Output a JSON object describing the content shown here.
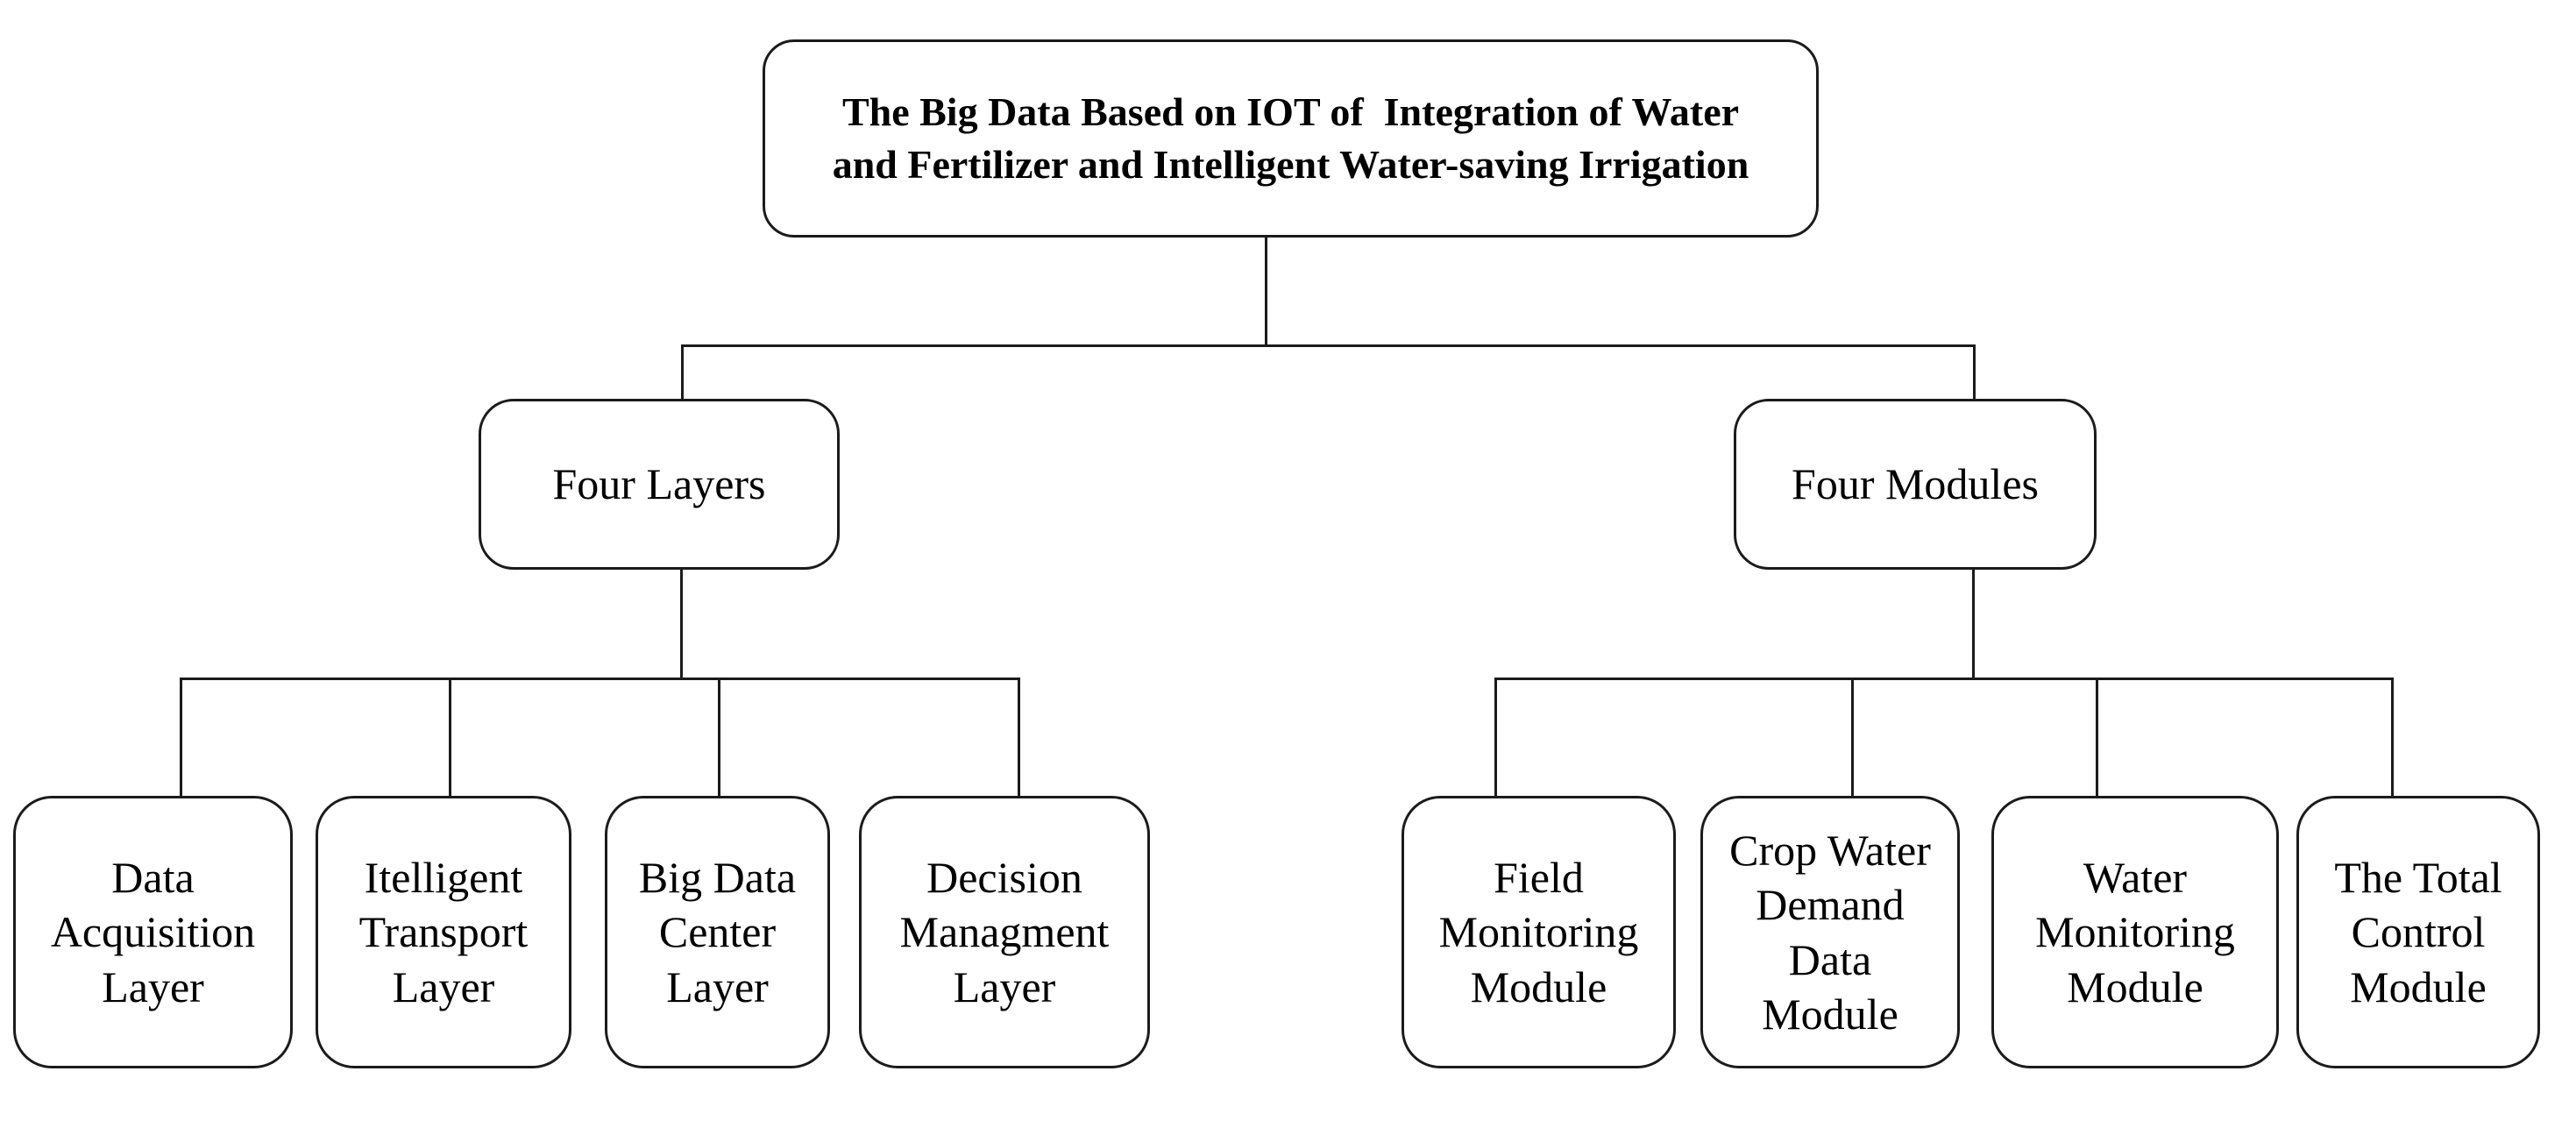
{
  "diagram": {
    "colors": {
      "background": "#ffffff",
      "border": "#1b1b1b",
      "text": "#000000"
    },
    "root": {
      "label": "The Big Data Based on IOT of  Integration of Water\nand Fertilizer and Intelligent Water-saving Irrigation"
    },
    "branches": [
      {
        "label": "Four Layers",
        "children": [
          {
            "label": "Data\nAcquisition\nLayer"
          },
          {
            "label": "Itelligent\nTransport\nLayer"
          },
          {
            "label": "Big Data\nCenter\nLayer"
          },
          {
            "label": "Decision\nManagment\nLayer"
          }
        ]
      },
      {
        "label": "Four Modules",
        "children": [
          {
            "label": "Field\nMonitoring\nModule"
          },
          {
            "label": "Crop Water\nDemand\nData\nModule"
          },
          {
            "label": "Water\nMonitoring\nModule"
          },
          {
            "label": "The Total\nControl\nModule"
          }
        ]
      }
    ]
  }
}
